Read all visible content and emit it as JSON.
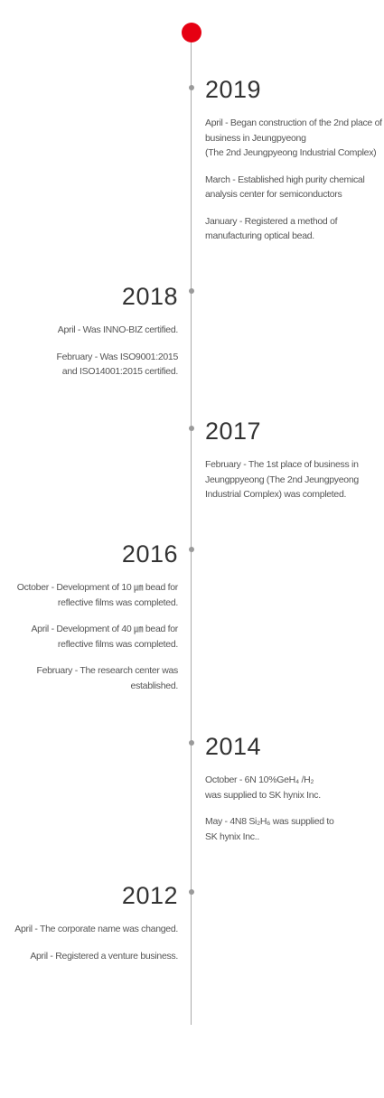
{
  "timeline": {
    "accent_color": "#e60012",
    "entries": [
      {
        "year": "2019",
        "items": [
          "April - Began construction of the 2nd place of business in Jeungpyeong\n(The 2nd Jeungpyeong Industrial Complex)",
          "March - Established high purity chemical analysis center for semiconductors",
          "January - Registered a method of manufacturing optical bead."
        ]
      },
      {
        "year": "2018",
        "items": [
          "April - Was INNO-BIZ certified.",
          "February - Was ISO9001:2015\nand ISO14001:2015 certified."
        ]
      },
      {
        "year": "2017",
        "items": [
          "February - The 1st place of business in Jeungppyeong (The 2nd Jeungpyeong Industrial Complex) was completed."
        ]
      },
      {
        "year": "2016",
        "items": [
          "October - Development of 10 ㎛ bead for reflective films was completed.",
          "April - Development of 40 ㎛ bead for reflective films was completed.",
          "February - The research center was established."
        ]
      },
      {
        "year": "2014",
        "items": [
          "October - 6N 10%GeH₄ /H₂\n was supplied to SK hynix Inc.",
          "May - 4N8 Si₂H₆ was supplied to\nSK hynix Inc.."
        ]
      },
      {
        "year": "2012",
        "items": [
          "April - The corporate name was changed.",
          "April - Registered a venture business."
        ]
      }
    ]
  }
}
